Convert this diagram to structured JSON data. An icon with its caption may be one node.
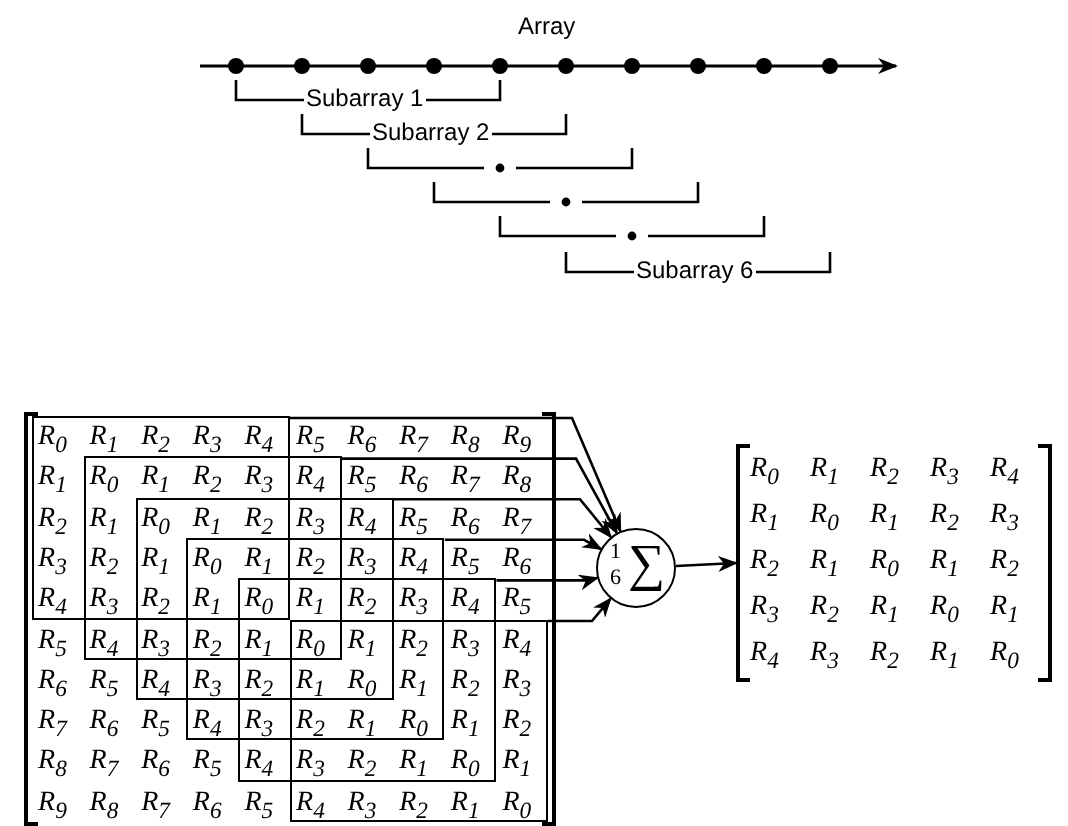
{
  "diagram": {
    "nodes": [
      {
        "text": [],
        "shape": "box"
      },
      {
        "text": [],
        "shape": "box",
        "in": 0
      },
      {
        "text": [],
        "shape": "box",
        "in": 0
      },
      {
        "text": [],
        "shape": "box",
        "in": 0
      },
      {
        "text": [],
        "shape": "box",
        "in": 0
      },
      {
        "text": [],
        "shape": "box",
        "in": 0
      },
      {
        "text": [],
        "shape": "box",
        "in": 0
      },
      {
        "text": [
          "1",
          "6",
          "∑"
        ]
      },
      {
        "text": [
          "R$_{0}$",
          "R$_{1}$",
          "R$_{2}$",
          "R$_{3}$",
          "R$_{4}$",
          "R$_{1}$",
          "R$_{0}$",
          "R$_{1}$",
          "R$_{2}$",
          "R$_{3}$",
          "R$_{2}$",
          "R$_{1}$",
          "R$_{0}$",
          "R$_{1}$",
          "R$_{2}$",
          "R$_{3}$",
          "R$_{2}$",
          "R$_{1}$",
          "R$_{0}$",
          "R$_{1}$",
          "R$_{4}$",
          "R$_{3}$",
          "R$_{2}$",
          "R$_{1}$",
          "R$_{0}$"
        ]
      }
    ],
    "edges": [
      {
        "from": 1,
        "to": 7,
        "arrow": "to"
      },
      {
        "from": 2,
        "to": 7,
        "arrow": "to"
      },
      {
        "from": 3,
        "to": 7,
        "arrow": "to"
      },
      {
        "from": 4,
        "to": 7,
        "arrow": "to"
      },
      {
        "from": 5,
        "to": 7,
        "arrow": "to"
      },
      {
        "from": 6,
        "to": 7,
        "arrow": "to"
      },
      {
        "from": 7,
        "to": 8,
        "arrow": "to"
      }
    ],
    "labels": [
      "Array",
      "Subarray 1",
      "Subarray 2",
      "Subarray 6",
      "R$_{0}$",
      "R$_{1}$",
      "R$_{2}$",
      "R$_{3}$",
      "R$_{4}$",
      "R$_{5}$",
      "R$_{6}$",
      "R$_{7}$",
      "R$_{8}$",
      "R$_{9}$",
      "R$_{1}$",
      "R$_{0}$",
      "R$_{1}$",
      "R$_{2}$",
      "R$_{3}$",
      "R$_{4}$",
      "R$_{5}$",
      "R$_{6}$",
      "R$_{7}$",
      "R$_{8}$",
      "R$_{2}$",
      "R$_{1}$",
      "R$_{0}$",
      "R$_{1}$",
      "R$_{2}$",
      "R$_{3}$",
      "R$_{4}$",
      "R$_{5}$",
      "R$_{6}$",
      "R$_{7}$",
      "R$_{3}$",
      "R$_{2}$",
      "R$_{1}$",
      "R$_{0}$",
      "R$_{1}$",
      "R$_{2}$",
      "R$_{3}$",
      "R$_{4}$",
      "R$_{5}$",
      "R$_{6}$",
      "R$_{4}$",
      "R$_{3}$",
      "R$_{2}$",
      "R$_{1}$",
      "R$_{0}$",
      "R$_{1}$",
      "R$_{2}$",
      "R$_{3}$",
      "R$_{4}$",
      "R$_{5}$",
      "R$_{5}$",
      "R$_{4}$",
      "R$_{3}$",
      "R$_{2}$",
      "R$_{1}$",
      "R$_{0}$",
      "R$_{1}$",
      "R$_{2}$",
      "R$_{3}$",
      "R$_{4}$",
      "R$_{6}$",
      "R$_{5}$",
      "R$_{4}$",
      "R$_{3}$",
      "R$_{2}$",
      "R$_{1}$",
      "R$_{0}$",
      "R$_{1}$",
      "R$_{2}$",
      "R$_{3}$",
      "R$_{7}$",
      "R$_{6}$",
      "R$_{5}$",
      "R$_{4}$",
      "R$_{3}$",
      "R$_{2}$",
      "R$_{1}$",
      "R$_{0}$",
      "R$_{1}$",
      "R$_{2}$",
      "R$_{8}$",
      "R$_{7}$",
      "R$_{6}$",
      "R$_{5}$",
      "R$_{4}$",
      "R$_{3}$",
      "R$_{2}$",
      "R$_{1}$",
      "R$_{0}$",
      "R$_{1}$",
      "R$_{9}$",
      "R$_{8}$",
      "R$_{7}$",
      "R$_{6}$",
      "R$_{5}$",
      "R$_{4}$",
      "R$_{3}$",
      "R$_{2}$",
      "R$_{1}$",
      "R$_{0}$"
    ]
  }
}
